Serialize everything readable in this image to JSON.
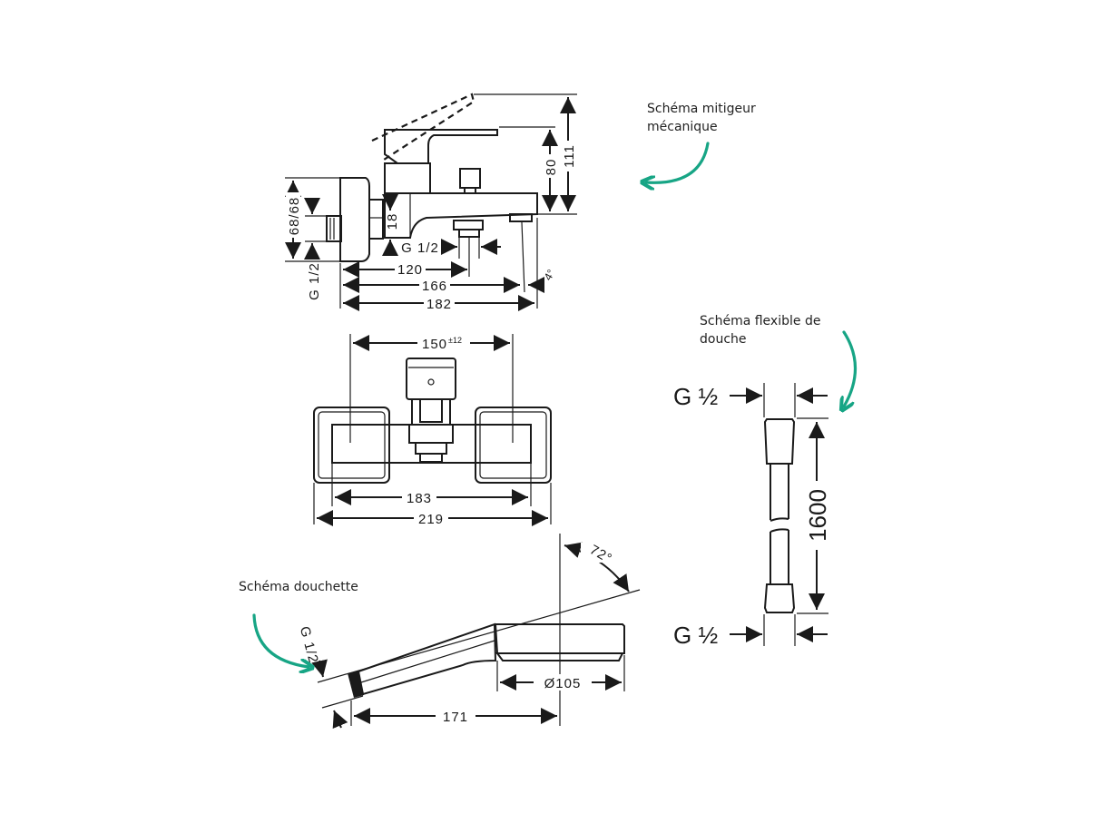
{
  "accent_color": "#17a585",
  "labels": {
    "mixer": "Schéma mitigeur mécanique",
    "mixer_line1": "Schéma mitigeur",
    "mixer_line2": "mécanique",
    "hose_line1": "Schéma flexible de",
    "hose_line2": "douche",
    "handshower": "Schéma douchette"
  },
  "mixer_side": {
    "height_total": "111",
    "height_lever": "80",
    "offset": "68/68",
    "spout": "18",
    "thread_outlet": "G 1/2",
    "thread_inlet": "G 1/2",
    "len_120": "120",
    "len_166": "166",
    "len_182": "182",
    "angle": "4°"
  },
  "mixer_top": {
    "center_distance": "150",
    "tolerance": "±12",
    "width_183": "183",
    "width_219": "219"
  },
  "hose": {
    "thread_top": "G ½",
    "thread_bottom": "G ½",
    "length": "1600"
  },
  "handshower": {
    "thread": "G 1/2",
    "length": "171",
    "diameter": "Ø105",
    "angle": "72°"
  }
}
